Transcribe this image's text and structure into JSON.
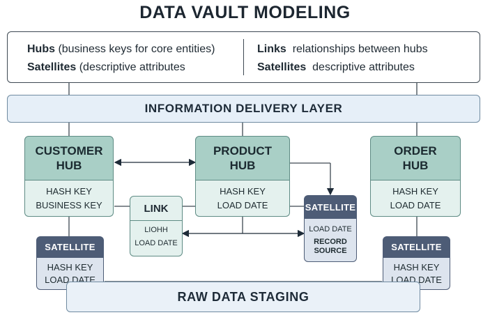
{
  "title": "DATA VAULT MODELING",
  "legend": {
    "left": [
      {
        "term": "Hubs",
        "desc": " (business keys for core entities)"
      },
      {
        "term": "Satellites",
        "desc": " (descriptive attributes"
      }
    ],
    "right": [
      {
        "term": "Links",
        "desc": "  relationships between hubs"
      },
      {
        "term": "Satellites",
        "desc": "  descriptive attributes"
      }
    ]
  },
  "delivery_layer": "INFORMATION DELIVERY LAYER",
  "staging_layer": "RAW DATA STAGING",
  "hubs": {
    "customer": {
      "title_line1": "CUSTOMER",
      "title_line2": "HUB",
      "field1": "HASH KEY",
      "field2": "BUSINESS KEY"
    },
    "product": {
      "title_line1": "PRODUCT",
      "title_line2": "HUB",
      "field1": "HASH KEY",
      "field2": "LOAD DATE"
    },
    "order": {
      "title_line1": "ORDER",
      "title_line2": "HUB",
      "field1": "HASH KEY",
      "field2": "LOAD DATE"
    }
  },
  "link": {
    "title": "LINK",
    "field1": "LIOHH",
    "field2": "LOAD DATE"
  },
  "satellites": {
    "left": {
      "title": "SATELLITE",
      "field1": "HASH KEY",
      "field2": "LOAD DATE"
    },
    "center": {
      "title": "SATELLITE",
      "field1": "LOAD DATE",
      "field2": "RECORD",
      "field3": "SOURCE"
    },
    "right": {
      "title": "SATELLITE",
      "field1": "HASH KEY",
      "field2": "LOAD DATE"
    }
  }
}
